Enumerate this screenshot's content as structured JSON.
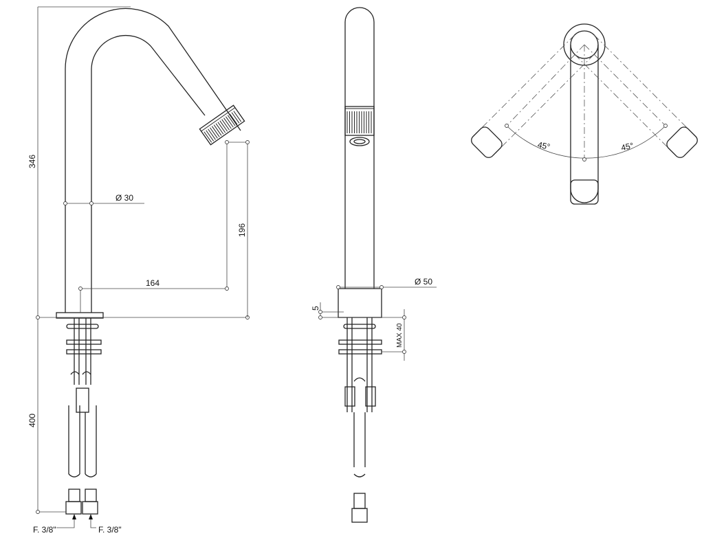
{
  "front_view": {
    "height_total": "346",
    "pipe_diameter": "Ø  30",
    "spout_height": "196",
    "spout_reach": "164",
    "hose_length": "400",
    "connection_left": "F. 3/8\"",
    "connection_right": "F. 3/8\""
  },
  "side_view": {
    "base_diameter": "Ø  50",
    "base_thickness": "5",
    "max_deck": "MAX 40"
  },
  "top_view": {
    "angle_left": "45°",
    "angle_right": "45°"
  }
}
